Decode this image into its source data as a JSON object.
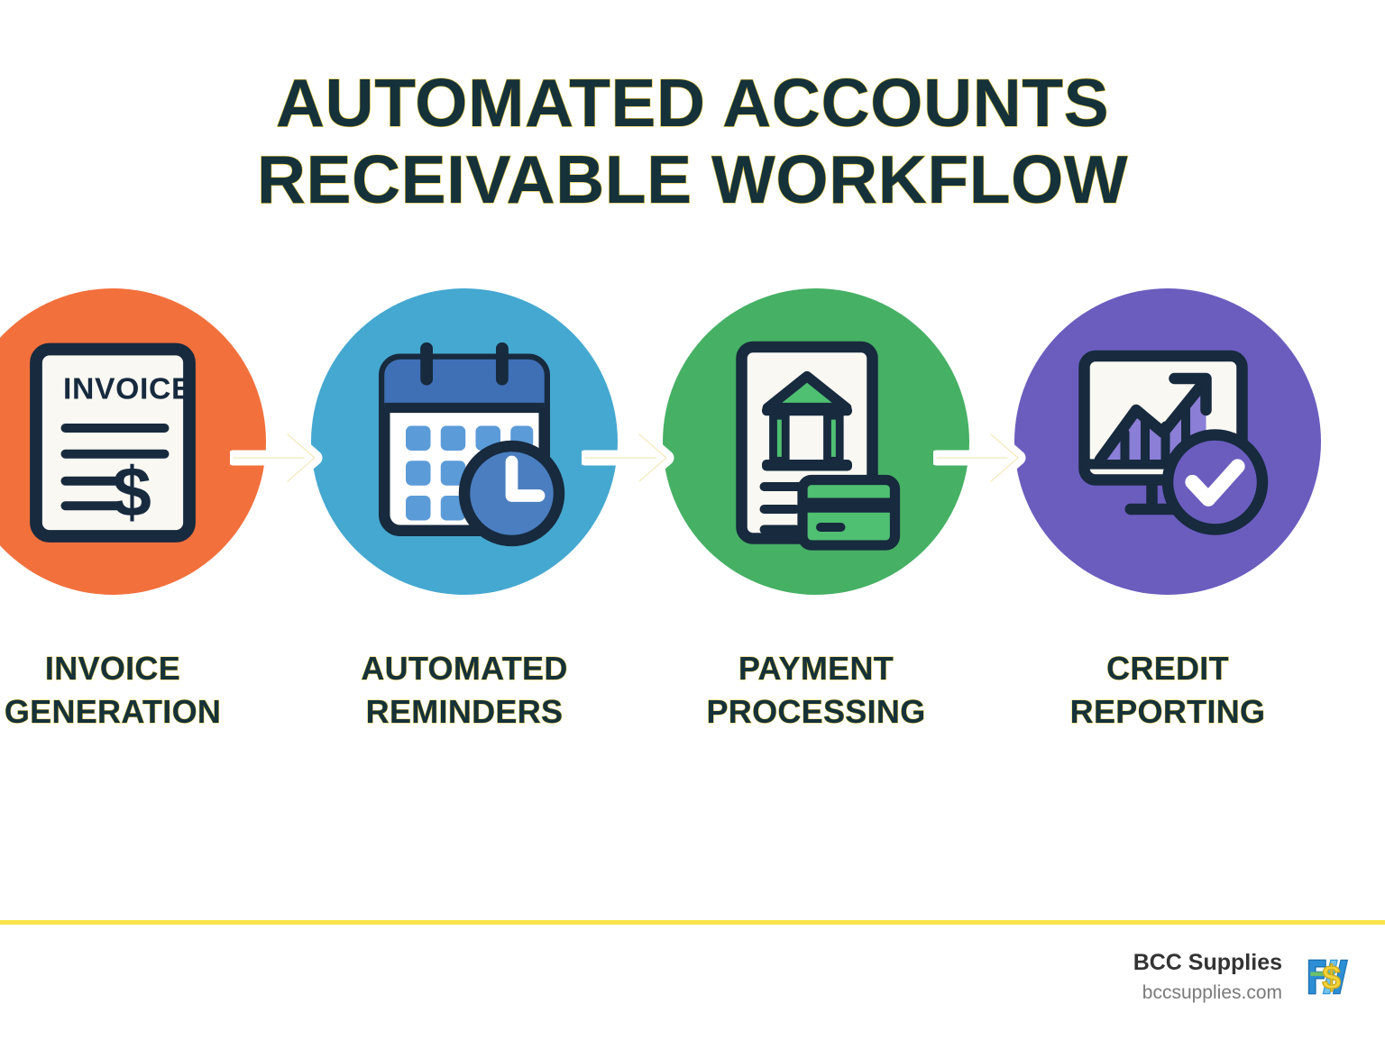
{
  "theme": {
    "background": "#FFFFFF",
    "title_color": "#15313A",
    "title_outline": "#E8C93F",
    "ink": "#172A3E",
    "paper": "#FAF8F2",
    "divider_yellow": "#FBE34A",
    "arrow_color": "#FFFFFF",
    "arrow_outline": "#F0E2A8"
  },
  "title": {
    "line1": "AUTOMATED ACCOUNTS",
    "line2": "RECEIVABLE WORKFLOW"
  },
  "steps": [
    {
      "index": 1,
      "label": "INVOICE\nGENERATION",
      "icon": "invoice-document-icon",
      "circle_color": "#F2703C",
      "icon_accent": "#F2703C",
      "icon_text": "INVOICE"
    },
    {
      "index": 2,
      "label": "AUTOMATED\nREMINDERS",
      "icon": "calendar-clock-icon",
      "circle_color": "#45A8D0",
      "icon_accent": "#3F6FB5",
      "icon_tile": "#5B9BD8"
    },
    {
      "index": 3,
      "label": "PAYMENT\nPROCESSING",
      "icon": "bank-credit-card-icon",
      "circle_color": "#46B064",
      "icon_accent": "#4FBF72"
    },
    {
      "index": 4,
      "label": "CREDIT\nREPORTING",
      "icon": "monitor-growth-check-icon",
      "circle_color": "#6A5DBE",
      "icon_accent": "#8A7ED6"
    }
  ],
  "connectors": [
    {
      "name": "arrow-1-to-2",
      "glyph": "arrow-right-icon"
    },
    {
      "name": "arrow-2-to-3",
      "glyph": "arrow-right-icon"
    },
    {
      "name": "arrow-3-to-4",
      "glyph": "arrow-right-icon"
    }
  ],
  "footer": {
    "brand_name": "BCC Supplies",
    "brand_url": "bccsupplies.com",
    "logo": "bcc-supplies-logo",
    "logo_colors": {
      "blue": "#2C8FD6",
      "light_blue": "#6FC3EE",
      "yellow": "#F5D33A",
      "green": "#6BC06B"
    }
  }
}
